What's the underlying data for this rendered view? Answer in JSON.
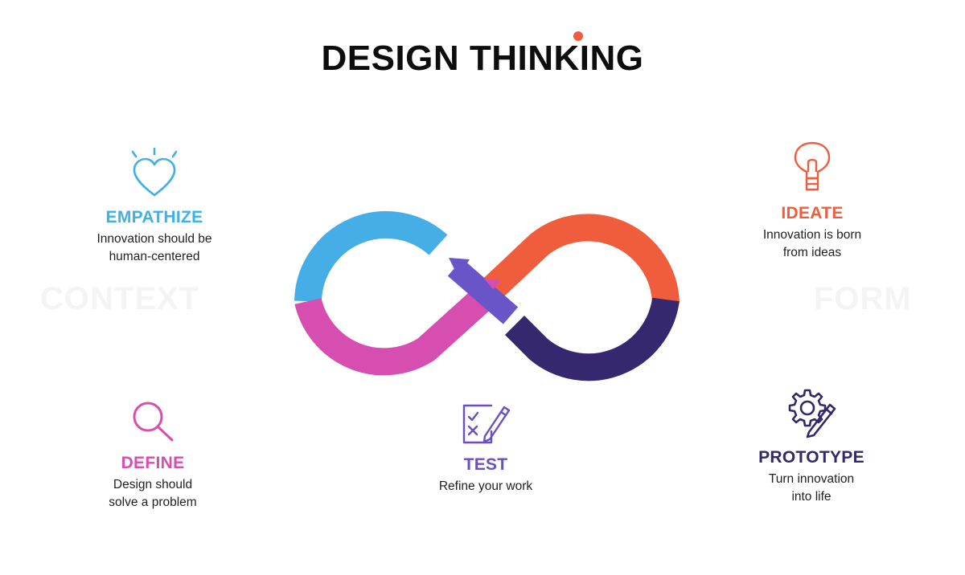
{
  "title": "DESIGN THINKING",
  "watermarks": {
    "left": "CONTEXT",
    "right": "FORM"
  },
  "stages": {
    "empathize": {
      "name": "EMPATHIZE",
      "desc1": "Innovation should be",
      "desc2": "human-centered",
      "color": "#3fb0e8",
      "icon": "heart-icon"
    },
    "ideate": {
      "name": "IDEATE",
      "desc1": "Innovation is born",
      "desc2": "from ideas",
      "color": "#ef5d3c",
      "icon": "lightbulb-icon"
    },
    "define": {
      "name": "DEFINE",
      "desc1": "Design should",
      "desc2": "solve a problem",
      "color": "#d64fb0",
      "icon": "magnifier-icon"
    },
    "test": {
      "name": "TEST",
      "desc1": "Refine your work",
      "color": "#6a4fc4",
      "icon": "checklist-pencil-icon"
    },
    "prototype": {
      "name": "PROTOTYPE",
      "desc1": "Turn innovation",
      "desc2": "into life",
      "color": "#33286b",
      "icon": "gear-pencil-icon"
    }
  },
  "colors": {
    "accent_dot": "#ef5d3c",
    "infinity": [
      "#45aee6",
      "#d64fb0",
      "#ef5d3c",
      "#35286e",
      "#6a55c8"
    ]
  }
}
